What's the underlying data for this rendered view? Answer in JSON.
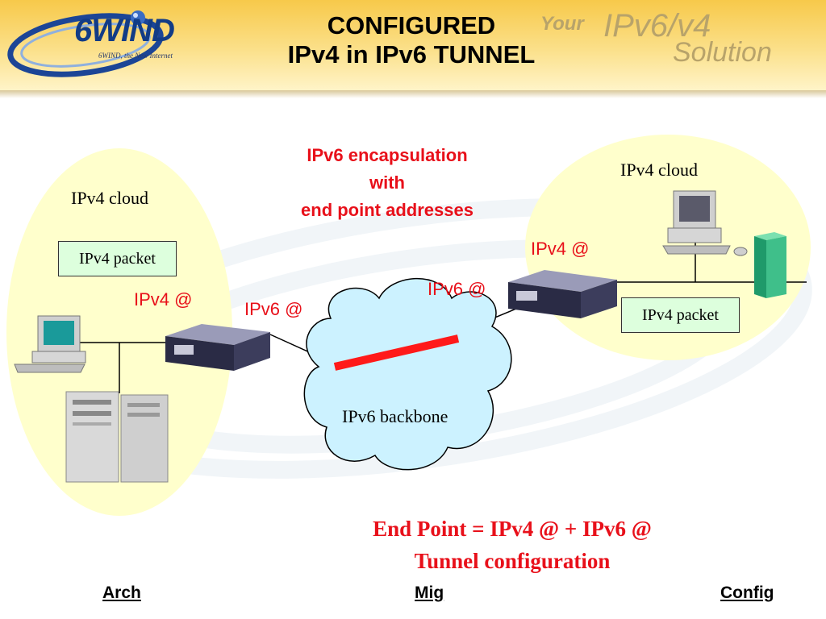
{
  "header": {
    "logo_text": "6WIND",
    "logo_tagline": "6WIND, the New Internet",
    "title_line1": "CONFIGURED",
    "title_line2": "IPv4 in IPv6 TUNNEL",
    "brand_your": "Your",
    "brand_ip": "IPv6/v4",
    "brand_solution": "Solution"
  },
  "left_cloud": {
    "label": "IPv4 cloud",
    "packet": "IPv4 packet",
    "addr_ipv4": "IPv4 @"
  },
  "right_cloud": {
    "label": "IPv4 cloud",
    "packet": "IPv4 packet",
    "addr_ipv4": "IPv4 @"
  },
  "backbone": {
    "label": "IPv6 backbone",
    "left_addr_ipv6": "IPv6 @",
    "right_addr_ipv6": "IPv6 @"
  },
  "encapsulation": {
    "line1": "IPv6 encapsulation",
    "line2": "with",
    "line3": "end point addresses"
  },
  "footer_note": {
    "line1": "End Point = IPv4 @ + IPv6 @",
    "line2": "Tunnel configuration"
  },
  "nav": {
    "arch": "Arch",
    "mig": "Mig",
    "config": "Config"
  },
  "colors": {
    "accent_red": "#e8101a",
    "cloud_yellow": "#ffffcc",
    "backbone_blue": "#ccf2ff",
    "packet_green": "#ddffdd"
  }
}
